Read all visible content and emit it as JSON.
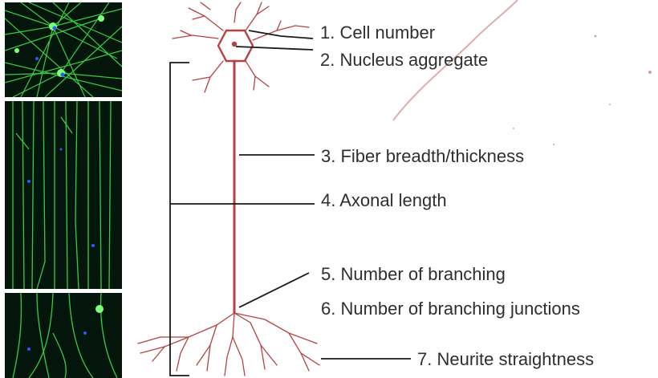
{
  "colors": {
    "neuron": "#b5423f",
    "fluor_green": "#3ee04a",
    "nucleus_blue": "#2a5cff",
    "micro_bg": "#04150c",
    "leader": "#1a1a1a",
    "text": "#2e2e2e"
  },
  "images": [
    {
      "name": "neuron-network-micrograph"
    },
    {
      "name": "aligned-axons-micrograph"
    },
    {
      "name": "axon-terminals-micrograph"
    }
  ],
  "labels": [
    "1. Cell number",
    "2. Nucleus aggregate",
    "3. Fiber breadth/thickness",
    "4. Axonal length",
    "5. Number of branching",
    "6. Number of branching junctions",
    "7. Neurite straightness"
  ]
}
